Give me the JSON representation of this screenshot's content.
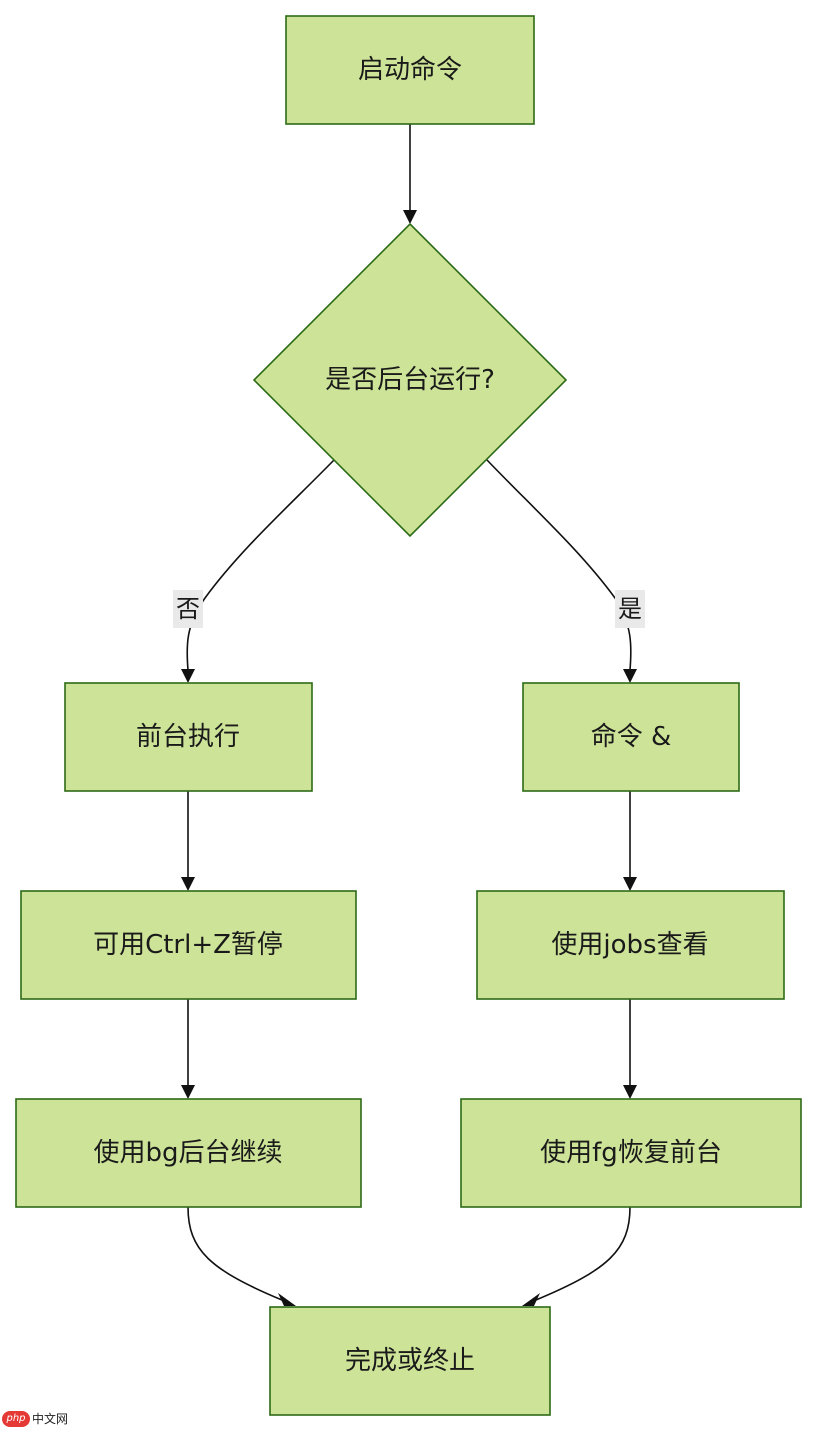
{
  "nodes": {
    "start": "启动命令",
    "decision": "是否后台运行?",
    "foreground": "前台执行",
    "ctrlz": "可用Ctrl+Z暂停",
    "bg_continue": "使用bg后台继续",
    "background": "命令 &",
    "jobs": "使用jobs查看",
    "fg_restore": "使用fg恢复前台",
    "end": "完成或终止"
  },
  "edges": {
    "no_label": "否",
    "yes_label": "是"
  },
  "colors": {
    "node_fill": "#cde498",
    "node_stroke": "#2d6a16",
    "edge": "#111111"
  },
  "watermark": {
    "logo": "php",
    "text": "中文网"
  }
}
